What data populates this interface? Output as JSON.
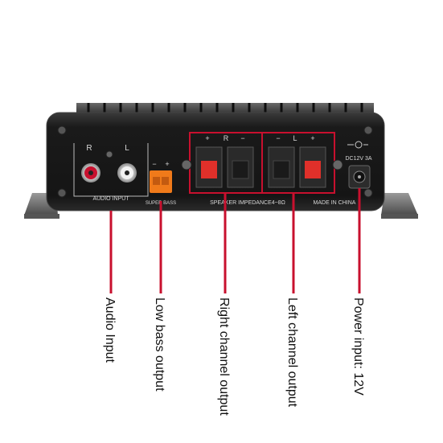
{
  "panel": {
    "input_r": "R",
    "input_l": "L",
    "audio_input_label": "AUDIO INPUT",
    "super_bass_label": "SUPER BASS",
    "bass_minus": "−",
    "bass_plus": "+",
    "right_ch_plus": "+",
    "right_ch_letter": "R",
    "right_ch_minus": "−",
    "left_ch_minus": "−",
    "left_ch_letter": "L",
    "left_ch_plus": "+",
    "speaker_label": "SPEAKER IMPEDANCE4~8Ω",
    "made_in": "MADE IN CHINA",
    "dc_label": "DC12V 3A"
  },
  "callouts": [
    "Audio Input",
    "Low bass output",
    "Right channel output",
    "Left channel output",
    "Power input: 12V"
  ],
  "colors": {
    "callout_line": "#c8102e",
    "highlight_box": "#c8102e",
    "chassis": "#1c1c1c",
    "terminal_red": "#e0302a",
    "terminal_orange": "#f07a1a"
  }
}
